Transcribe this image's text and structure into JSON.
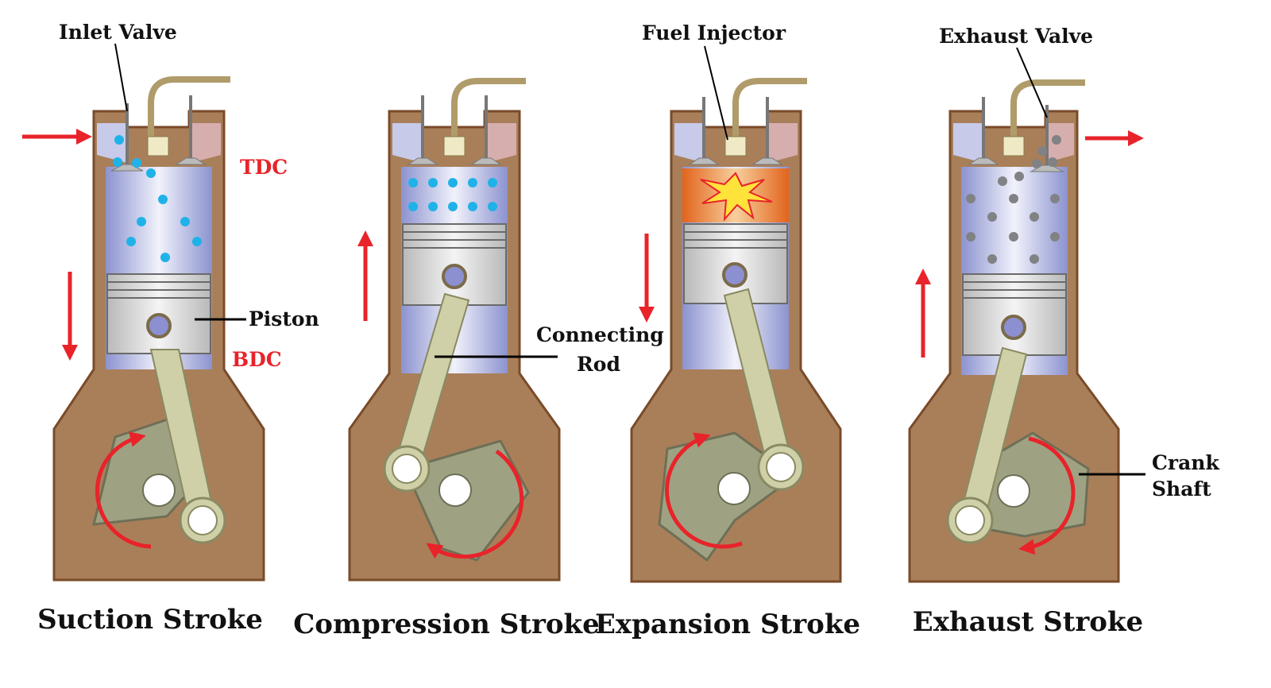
{
  "labels": {
    "inlet_valve": "Inlet Valve",
    "fuel_injector": "Fuel Injector",
    "exhaust_valve": "Exhaust Valve",
    "tdc": "TDC",
    "bdc": "BDC",
    "piston": "Piston",
    "connecting_rod_line1": "Connecting",
    "connecting_rod_line2": "Rod",
    "crank_shaft_line1": "Crank",
    "crank_shaft_line2": "Shaft"
  },
  "strokes": [
    {
      "title": "Suction Stroke",
      "piston_motion": "down",
      "gas": "air",
      "gas_color": "#1fb2e8"
    },
    {
      "title": "Compression Stroke",
      "piston_motion": "up",
      "gas": "compressed air",
      "gas_color": "#1fb2e8"
    },
    {
      "title": "Expansion Stroke",
      "piston_motion": "down",
      "gas": "combustion",
      "gas_color": "#e8641e"
    },
    {
      "title": "Exhaust Stroke",
      "piston_motion": "up",
      "gas": "exhaust",
      "gas_color": "#808285"
    }
  ],
  "colors": {
    "crankcase": "#a97f5a",
    "crankcase_outline": "#7a4b2a",
    "arrow": "#e8232a",
    "crank_web": "#9ea282",
    "rod": "#cfcfa8",
    "intake_port": "#c7cbe9",
    "exhaust_port": "#d7aeae"
  }
}
